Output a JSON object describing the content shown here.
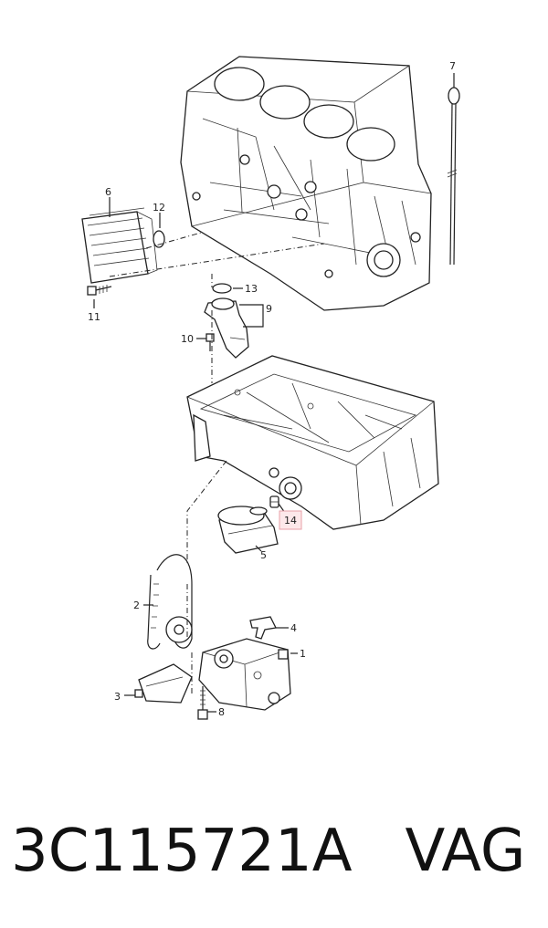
{
  "callouts": [
    "1",
    "2",
    "3",
    "4",
    "5",
    "6",
    "7",
    "8",
    "9",
    "10",
    "11",
    "12",
    "13",
    "14"
  ],
  "highlighted_callout": "14",
  "highlight_color": "#e8a0a8",
  "footer": {
    "part_code": "3C115721A",
    "brand": "VAG"
  }
}
